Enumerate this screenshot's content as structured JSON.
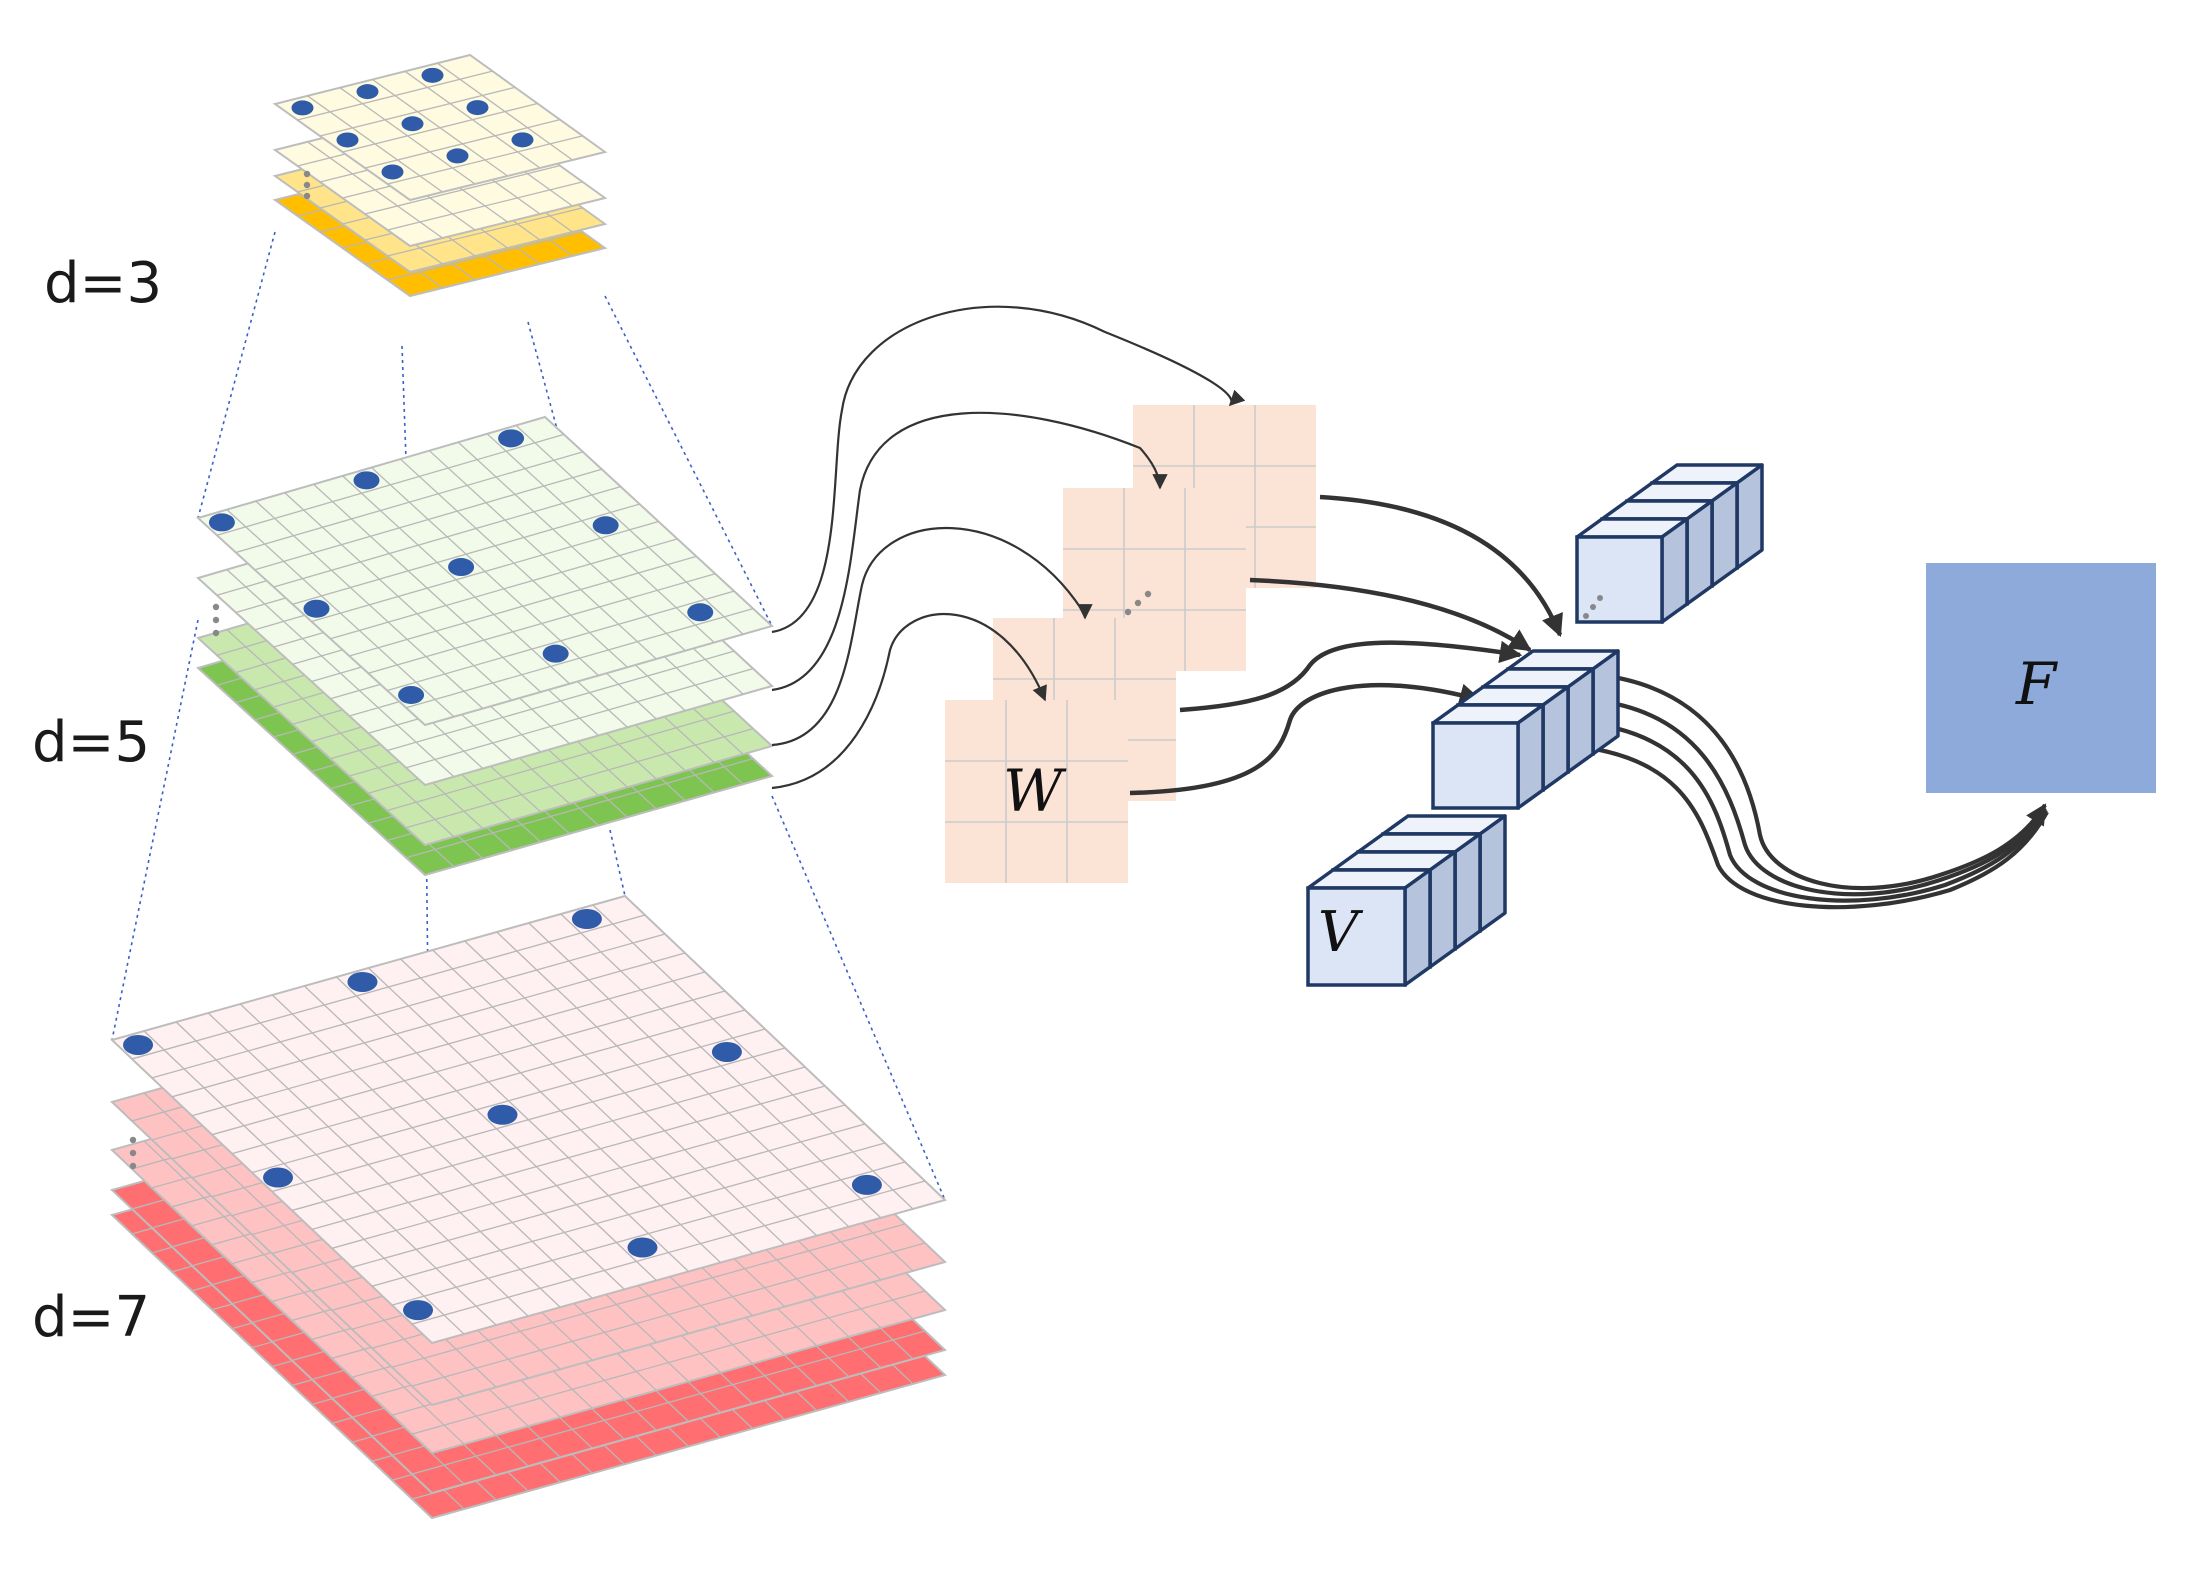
{
  "labels": {
    "d3": "d=3",
    "d5": "d=5",
    "d7": "d=7",
    "w": "W",
    "v": "V",
    "f": "F"
  },
  "colors": {
    "d3_light": "#fffbe0",
    "d3_mid": "#ffe48a",
    "d3_dark": "#ffbf00",
    "d5_light": "#f2fbea",
    "d5_mid": "#c9e8ad",
    "d5_dark": "#7ec450",
    "d7_light": "#fff0f1",
    "d7_mid": "#ffc2c3",
    "d7_dark": "#ff6e70",
    "dot": "#2f5ba8",
    "grid_line": "#b8b8b8",
    "weight_fill": "#fbe3d6",
    "weight_line": "#cccccc",
    "cube_front": "#dbe5f6",
    "cube_top": "#eef3fb",
    "cube_side": "#b5c3dd",
    "cube_edge": "#1f3864",
    "output_fill": "#8eaadb",
    "arrow": "#333333",
    "projection": "#3a5fc8"
  },
  "icons": {
    "stack_continuation": "vertical-ellipsis-icon",
    "weight_continuation": "diagonal-ellipsis-icon"
  }
}
